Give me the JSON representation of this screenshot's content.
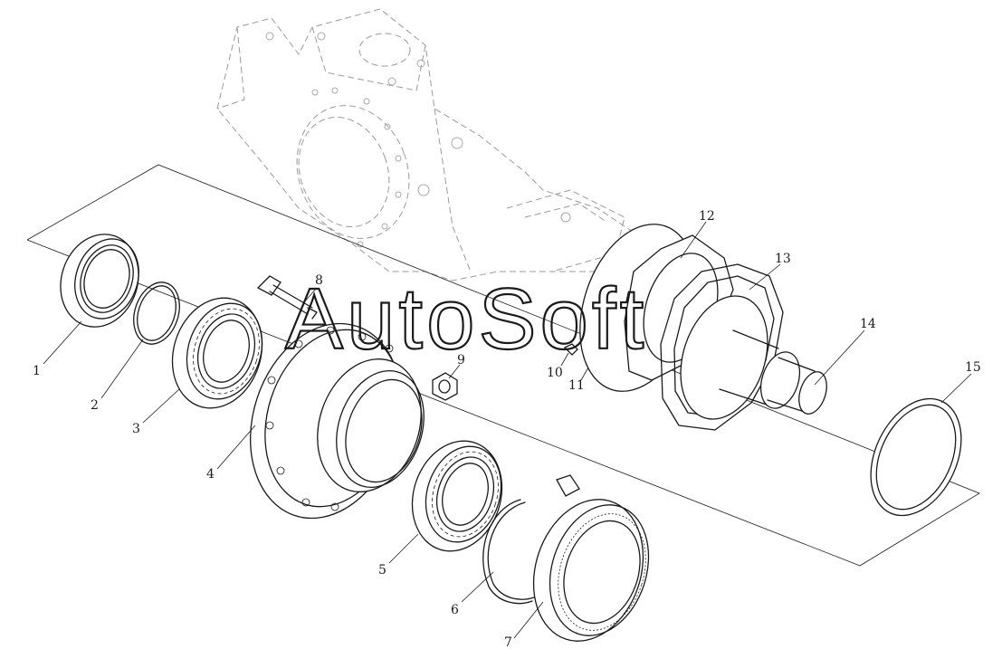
{
  "diagram": {
    "watermark": "AutoSoft",
    "callouts": [
      "1",
      "2",
      "3",
      "4",
      "5",
      "6",
      "7",
      "8",
      "9",
      "10",
      "11",
      "12",
      "13",
      "14",
      "15"
    ]
  }
}
